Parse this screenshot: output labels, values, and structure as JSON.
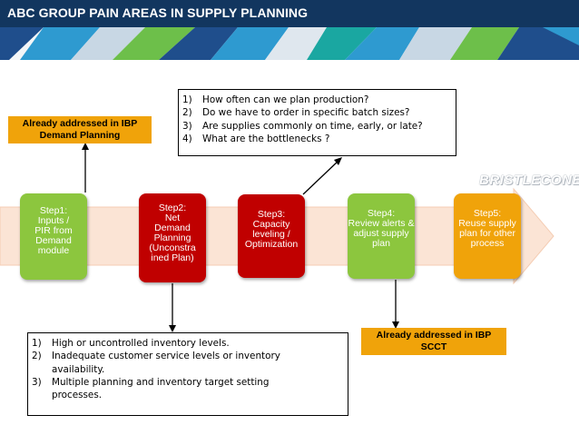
{
  "title": "ABC GROUP PAIN AREAS IN SUPPLY PLANNING",
  "logo": "BRISTLECONE",
  "colors": {
    "title_bg": "#12365f",
    "green": "#8cc63e",
    "red": "#c00000",
    "orange": "#f0a30a",
    "band": "#fbe4d5"
  },
  "steps": [
    {
      "lines": [
        "Step1:",
        "Inputs /",
        "PIR from",
        "Demand",
        "module"
      ]
    },
    {
      "lines": [
        "Step2:",
        "Net",
        "Demand",
        "Planning",
        "(Unconstra",
        "ined Plan)"
      ]
    },
    {
      "lines": [
        "Step3:",
        "Capacity",
        "leveling /",
        "Optimization"
      ]
    },
    {
      "lines": [
        "Step4:",
        "Review alerts &",
        "adjust supply",
        "plan"
      ]
    },
    {
      "lines": [
        "Step5:",
        "Reuse supply",
        "plan for other",
        "process"
      ]
    }
  ],
  "ibp_demand": {
    "line1": "Already addressed in IBP",
    "line2": "Demand Planning"
  },
  "ibp_scct": {
    "line1": "Already addressed in IBP",
    "line2": "SCCT"
  },
  "questions": [
    {
      "num": "1)",
      "text": "How often can we plan production?"
    },
    {
      "num": "2)",
      "text": "Do we have to order in specific batch sizes?"
    },
    {
      "num": "3)",
      "text": "Are supplies commonly on time, early, or late?"
    },
    {
      "num": "4)",
      "text": "What are the bottlenecks ?"
    }
  ],
  "issues": [
    {
      "num": "1)",
      "lines": [
        "High or uncontrolled inventory levels."
      ]
    },
    {
      "num": "2)",
      "lines": [
        "Inadequate customer service levels or inventory",
        "availability."
      ]
    },
    {
      "num": "3)",
      "lines": [
        "Multiple planning and inventory target setting",
        "processes."
      ]
    }
  ]
}
